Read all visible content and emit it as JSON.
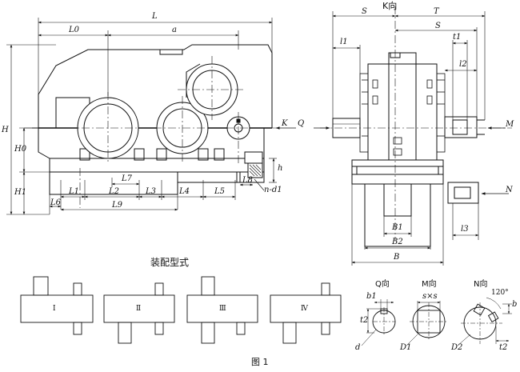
{
  "view_directions": {
    "k": "K向",
    "q": "Q向",
    "m": "M向",
    "n": "N向"
  },
  "section_title": "装配型式",
  "figure_caption": "图 1",
  "mounting_types": [
    "Ⅰ",
    "Ⅱ",
    "Ⅲ",
    "Ⅳ"
  ],
  "front_view_labels": {
    "L": "L",
    "L0": "L0",
    "a": "a",
    "H": "H",
    "H0": "H0",
    "H1": "H1",
    "h": "h",
    "L1": "L1",
    "L2": "L2",
    "L3": "L3",
    "L4": "L4",
    "L5": "L5",
    "L6": "L6",
    "L7": "L7",
    "L8": "L8",
    "L9": "L9",
    "n_d1": "n-d1",
    "K": "K",
    "Q": "Q"
  },
  "side_view_labels": {
    "S_top": "S",
    "T": "T",
    "S_right": "S",
    "l1": "l1",
    "l2": "l2",
    "l3": "l3",
    "t1": "t1",
    "M": "M",
    "N": "N",
    "B": "B",
    "B1": "B1",
    "B2": "B2"
  },
  "detail_labels": {
    "b1": "b1",
    "t2_left": "t2",
    "d": "d",
    "s_x_s": "s×s",
    "D1": "D1",
    "D2": "D2",
    "b": "b",
    "t2_right": "t2",
    "angle": "120°"
  }
}
